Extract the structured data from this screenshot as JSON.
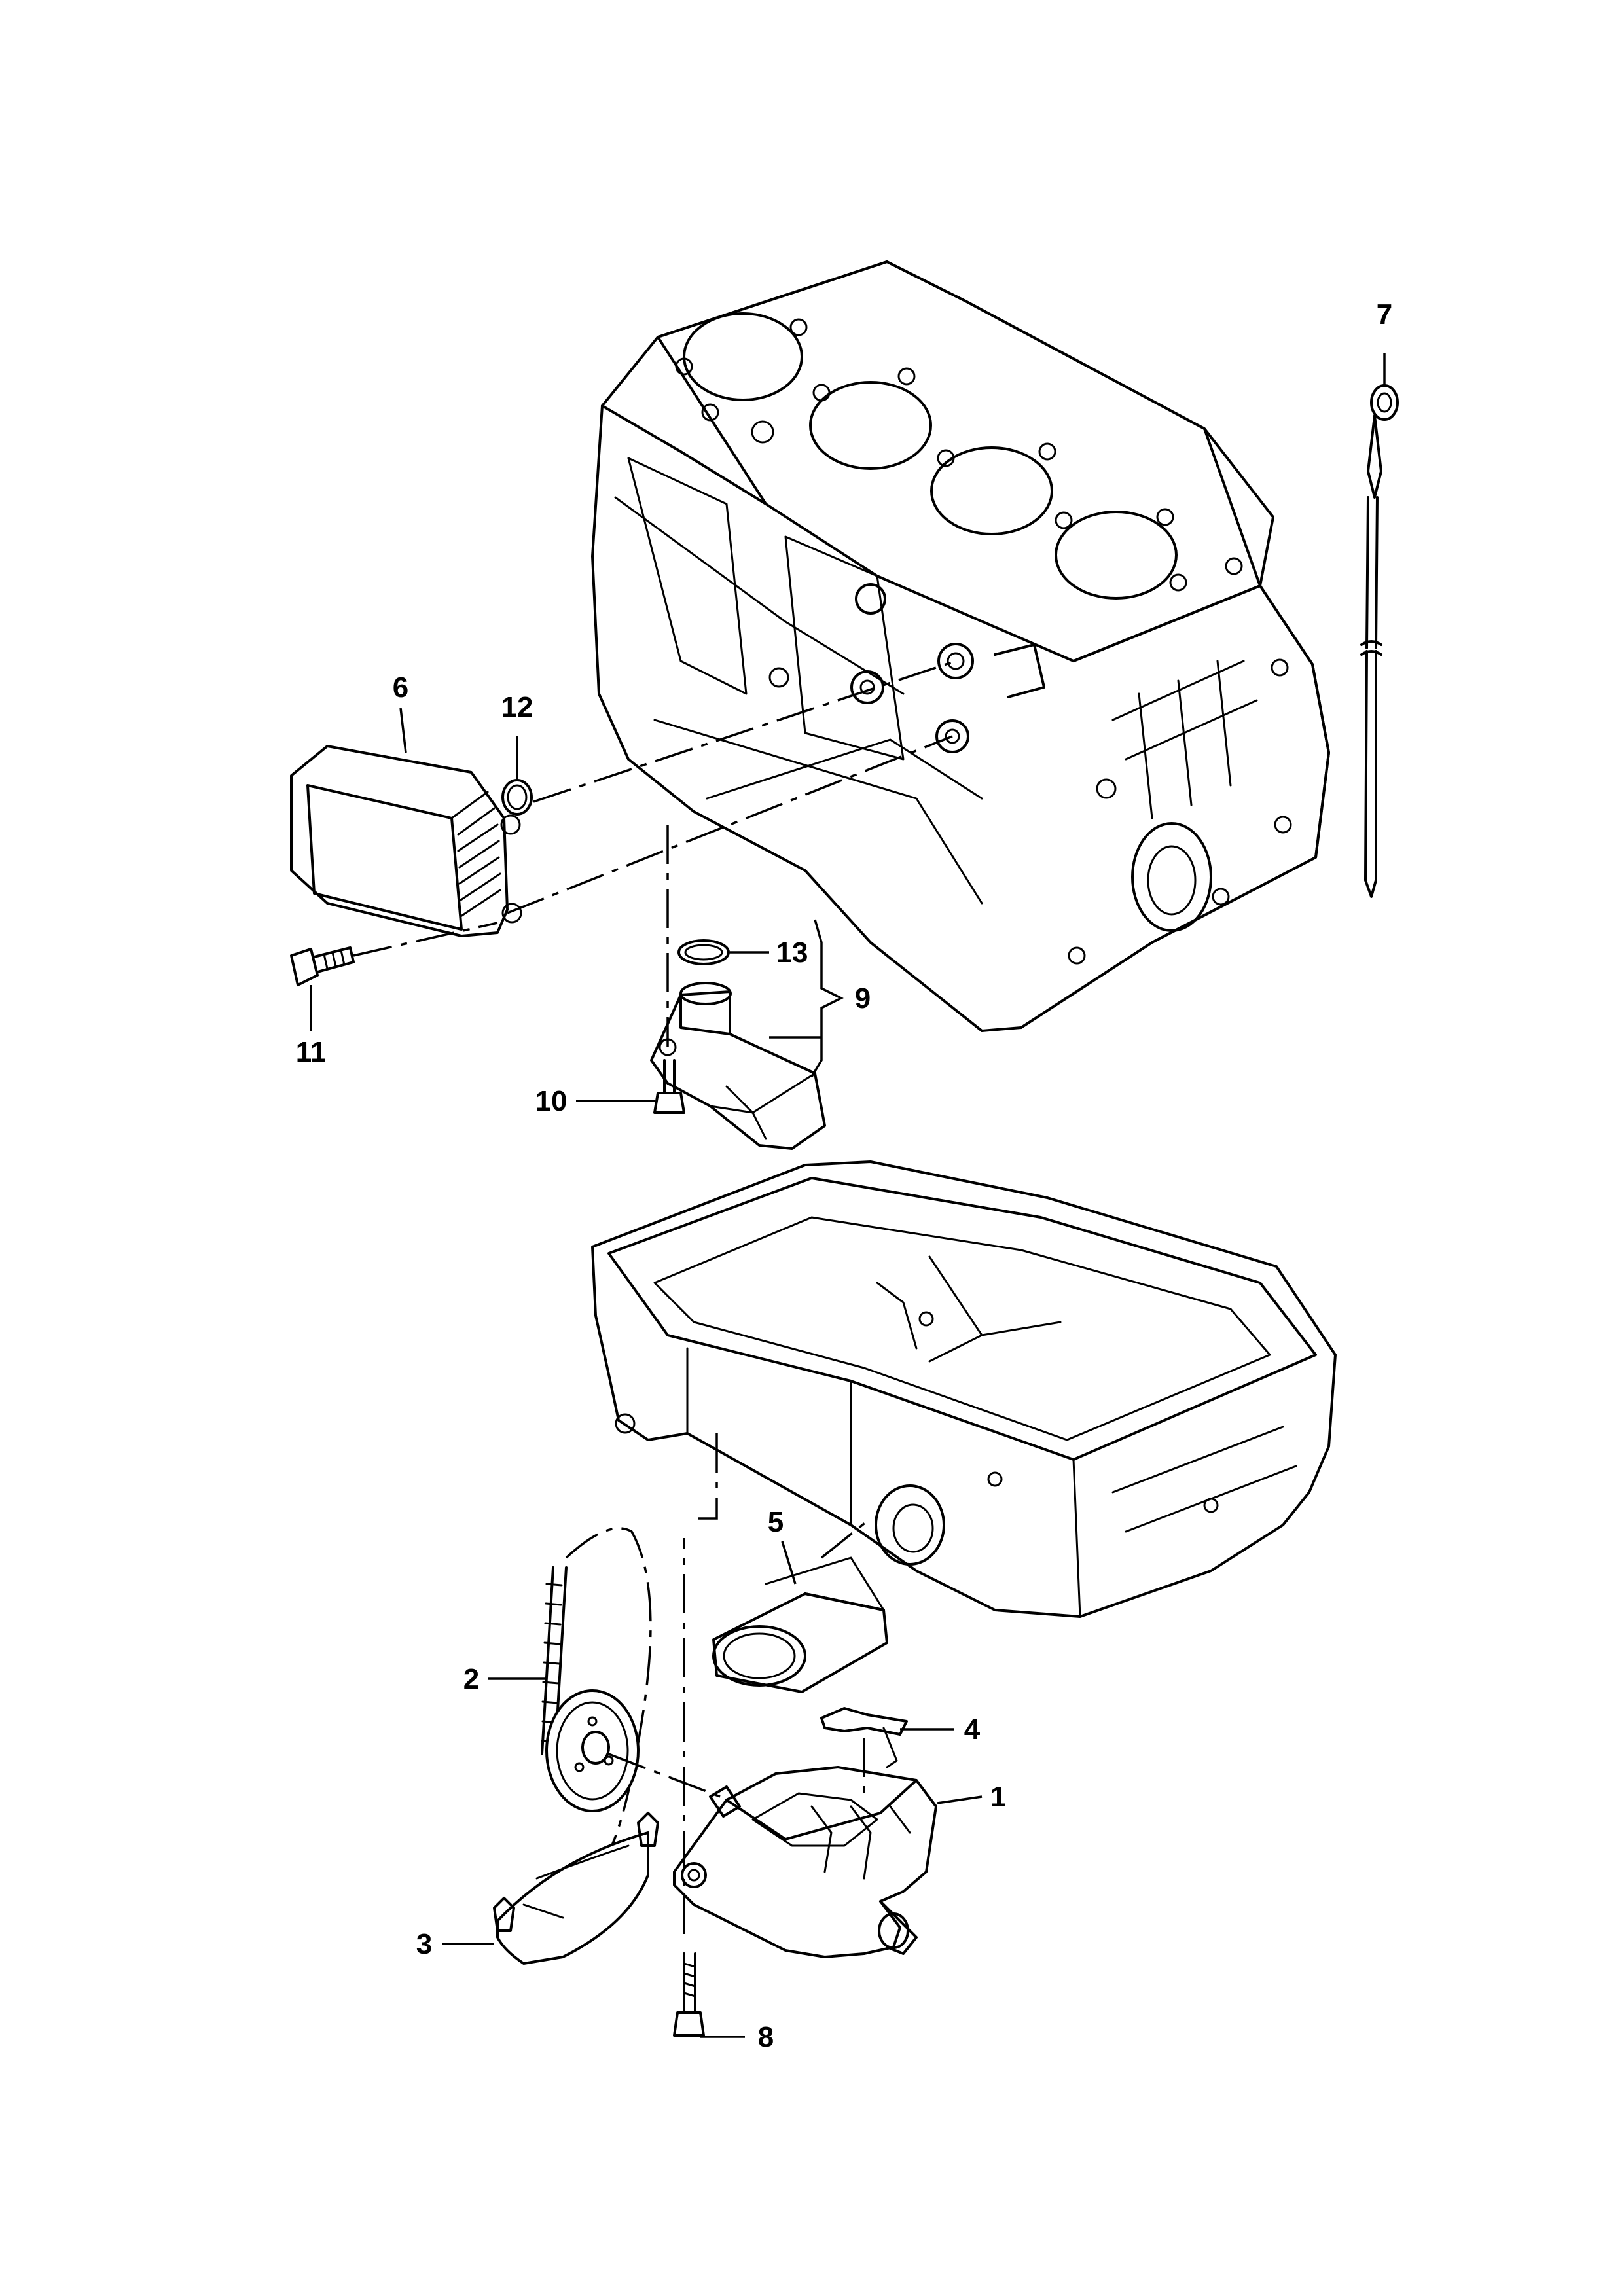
{
  "callouts": [
    {
      "id": "1",
      "label": "1",
      "part": "oil pump"
    },
    {
      "id": "2",
      "label": "2",
      "part": "drive chain"
    },
    {
      "id": "3",
      "label": "3",
      "part": "chain cover"
    },
    {
      "id": "4",
      "label": "4",
      "part": "clip"
    },
    {
      "id": "5",
      "label": "5",
      "part": "oil filter"
    },
    {
      "id": "6",
      "label": "6",
      "part": "oil cooler"
    },
    {
      "id": "7",
      "label": "7",
      "part": "dipstick"
    },
    {
      "id": "8",
      "label": "8",
      "part": "bolt"
    },
    {
      "id": "9",
      "label": "9",
      "part": "pickup assembly"
    },
    {
      "id": "10",
      "label": "10",
      "part": "bolt"
    },
    {
      "id": "11",
      "label": "11",
      "part": "bolt"
    },
    {
      "id": "12",
      "label": "12",
      "part": "o-ring"
    },
    {
      "id": "13",
      "label": "13",
      "part": "o-ring"
    }
  ]
}
